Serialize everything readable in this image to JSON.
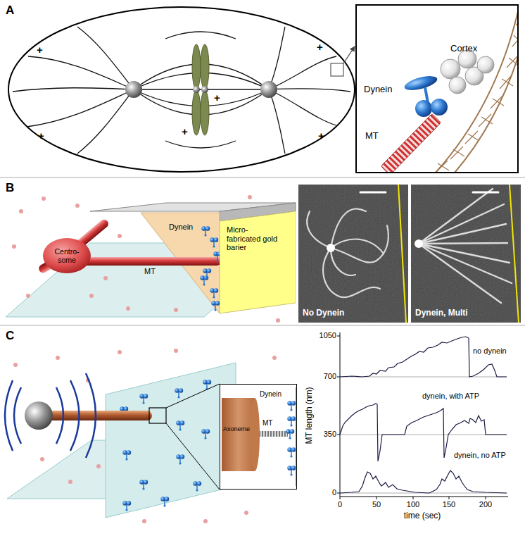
{
  "diagram": {
    "nodes": [
      {
        "text": [
          "Cortex",
          "Dynein",
          "MT"
        ]
      },
      {
        "text": [
          "Centro- some"
        ]
      },
      {
        "text": [
          "Micro- fabricated gold barier"
        ]
      },
      {
        "text": [
          "Axoneme",
          "Dynein",
          "MT"
        ]
      }
    ],
    "labels": [
      "A",
      "B",
      "C",
      "+",
      "+",
      "+",
      "+",
      "+",
      "+",
      "Dynein",
      "MT",
      "No Dynein",
      "Dynein, Multi",
      "no dynein",
      "dynein, with ATP",
      "dynein, no ATP",
      "1050",
      "700",
      "350",
      "0",
      "0",
      "50",
      "100",
      "150",
      "200",
      "time (sec)",
      "MT length (nm)"
    ]
  }
}
